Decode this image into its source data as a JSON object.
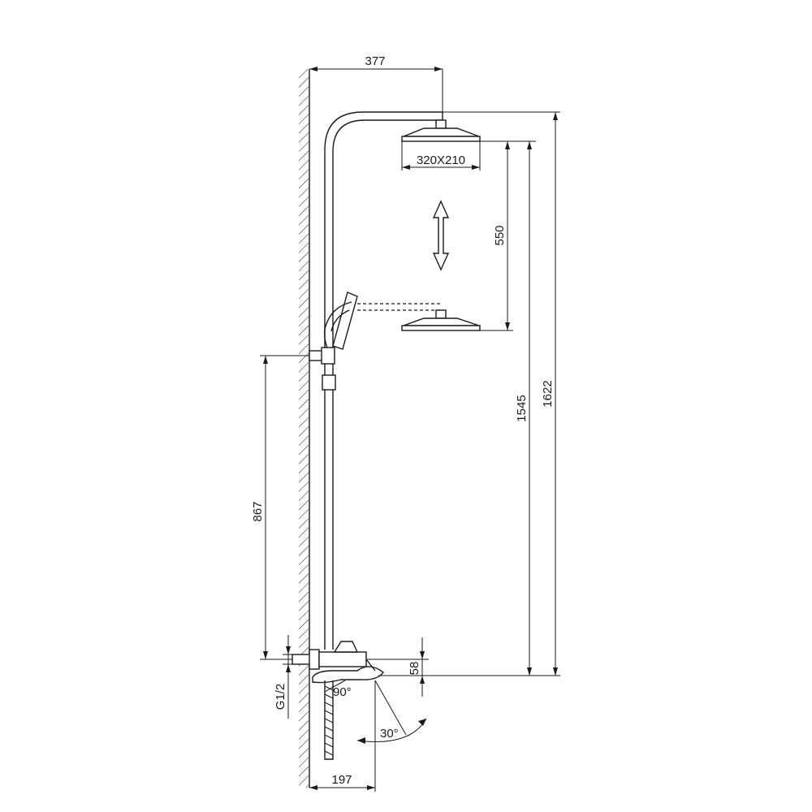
{
  "dimensions": {
    "arm_length": "377",
    "head_size": "320X210",
    "slide_range": "550",
    "head_height_low": "1545",
    "head_height_high": "1622",
    "holder_height": "867",
    "inlet_offset": "58",
    "inlet_thread": "G1/2",
    "spout_depth": "197",
    "spout_angle_90": "90°",
    "spout_angle_30": "30°"
  },
  "colors": {
    "line": "#1a1a1a",
    "background": "#ffffff"
  }
}
